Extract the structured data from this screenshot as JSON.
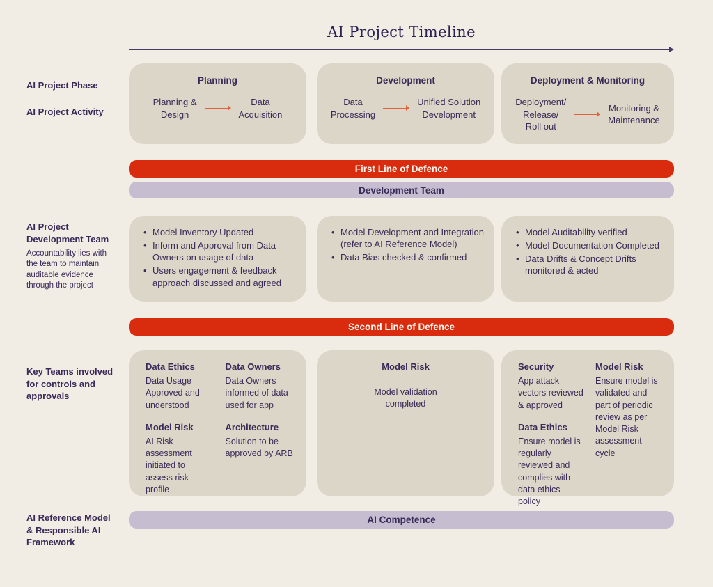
{
  "title": "AI Project Timeline",
  "colors": {
    "background": "#f1ece4",
    "card": "#dcd6c8",
    "banner_red": "#d92c0e",
    "banner_lavender": "#c6bdd0",
    "text_purple": "#3a2a58",
    "arrow_orange": "#e0613a"
  },
  "row_labels": {
    "phase": "AI Project Phase",
    "activity": "AI Project Activity",
    "dev_team": "AI Project\nDevelopment Team",
    "dev_team_note": "Accountability lies with\nthe team to maintain\nauditable evidence\nthrough the project",
    "key_teams": "Key Teams involved\nfor controls and\napprovals",
    "reference": "AI Reference Model\n& Responsible AI\nFramework"
  },
  "phases": [
    {
      "title": "Planning",
      "from": "Planning &\nDesign",
      "to": "Data\nAcquisition"
    },
    {
      "title": "Development",
      "from": "Data\nProcessing",
      "to": "Unified Solution\nDevelopment"
    },
    {
      "title": "Deployment & Monitoring",
      "from": "Deployment/\nRelease/\nRoll out",
      "to": "Monitoring &\nMaintenance"
    }
  ],
  "banners": {
    "first_line": "First Line of Defence",
    "dev_team": "Development Team",
    "second_line": "Second Line of Defence",
    "ai_competence": "AI Competence"
  },
  "dev_team_cards": [
    {
      "bullets": [
        "Model Inventory Updated",
        "Inform and Approval from Data Owners on usage of data",
        "Users engagement & feedback approach discussed and agreed"
      ]
    },
    {
      "bullets": [
        "Model Development and Integration (refer to AI Reference Model)",
        "Data Bias checked & confirmed"
      ]
    },
    {
      "bullets": [
        "Model Auditability verified",
        "Model Documentation Completed",
        "Data Drifts & Concept Drifts monitored & acted"
      ]
    }
  ],
  "key_team_cards": [
    {
      "groups": [
        {
          "heading": "Data Ethics",
          "text": "Data Usage Approved and understood"
        },
        {
          "heading": "Data Owners",
          "text": "Data Owners informed of data used for app"
        },
        {
          "heading": "Model Risk",
          "text": "AI Risk assessment initiated to assess risk profile"
        },
        {
          "heading": "Architecture",
          "text": "Solution to be approved by ARB"
        }
      ]
    },
    {
      "groups": [
        {
          "heading": "Model Risk",
          "text": "Model validation completed"
        }
      ]
    },
    {
      "groups": [
        {
          "heading": "Security",
          "text": "App attack vectors reviewed & approved"
        },
        {
          "heading": "Model Risk",
          "text": "Ensure model is validated and part of periodic review as per Model Risk assessment cycle"
        },
        {
          "heading": "Data Ethics",
          "text": "Ensure model is regularly reviewed and complies with data ethics policy"
        }
      ]
    }
  ]
}
